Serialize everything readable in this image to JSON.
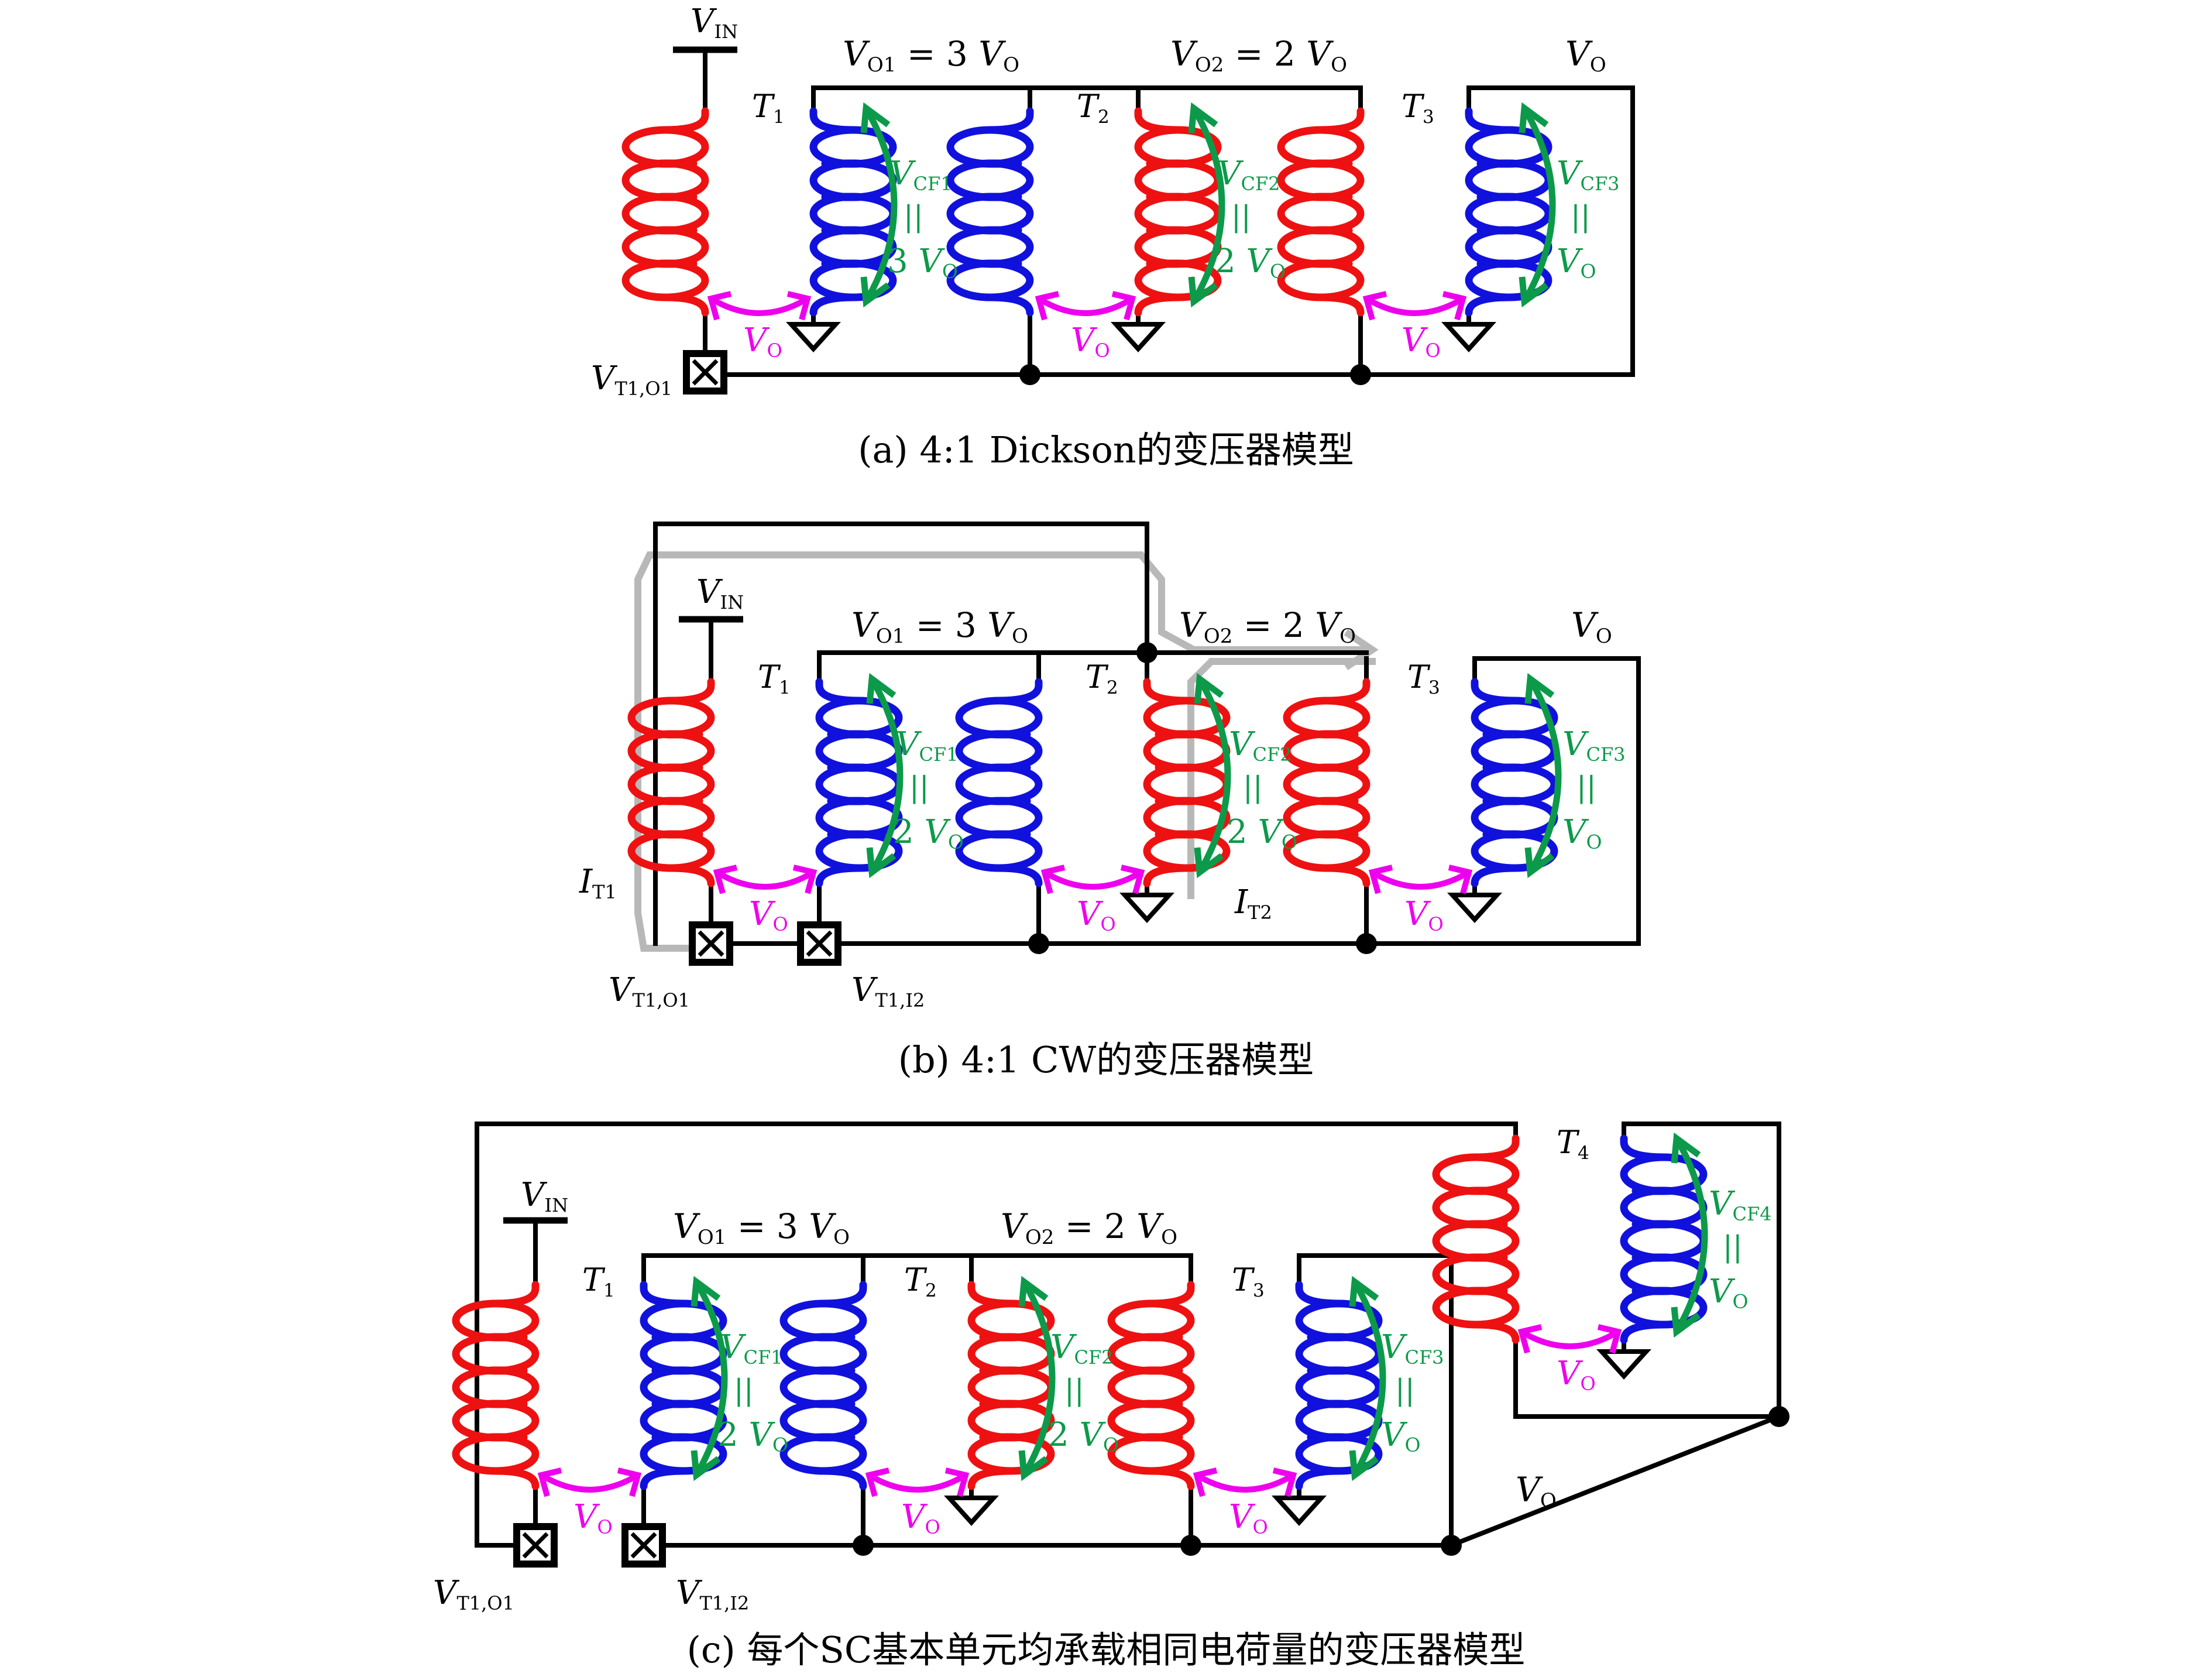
{
  "colors": {
    "primary": "#ee1111",
    "secondary": "#1111dd",
    "vcf": "#0c9a4a",
    "vo": "#ee00ee",
    "wire": "#000000",
    "current": "#b8b8b8"
  },
  "labels": {
    "vin": {
      "main": "V",
      "sub": "IN"
    },
    "vt1o1": {
      "main": "V",
      "sub": "T1,O1"
    },
    "vt1i2": {
      "main": "V",
      "sub": "T1,I2"
    },
    "vo": {
      "main": "V",
      "sub": "O"
    },
    "vo1_3": {
      "a": "V",
      "asub": "O1",
      "b": " = 3",
      "c": "V",
      "csub": "O"
    },
    "vo2_2": {
      "a": "V",
      "asub": "O2",
      "b": " = 2",
      "c": "V",
      "csub": "O"
    },
    "it1": {
      "main": "I",
      "sub": "T1"
    },
    "it2": {
      "main": "I",
      "sub": "T2"
    },
    "eq": "||",
    "t1": {
      "main": "T",
      "sub": "1"
    },
    "t2": {
      "main": "T",
      "sub": "2"
    },
    "t3": {
      "main": "T",
      "sub": "3"
    },
    "t4": {
      "main": "T",
      "sub": "4"
    },
    "vcf1": {
      "main": "V",
      "sub": "CF1"
    },
    "vcf2": {
      "main": "V",
      "sub": "CF2"
    },
    "vcf3": {
      "main": "V",
      "sub": "CF3"
    },
    "vcf4": {
      "main": "V",
      "sub": "CF4"
    },
    "val_3vo": {
      "n": "3",
      "v": "V",
      "s": "O"
    },
    "val_2vo": {
      "n": "2",
      "v": "V",
      "s": "O"
    },
    "val_vo": {
      "n": "",
      "v": "V",
      "s": "O"
    }
  },
  "captions": {
    "a": "(a) 4:1 Dickson的变压器模型",
    "b": "(b) 4:1 CW的变压器模型",
    "c": "(c) 每个SC基本单元均承载相同电荷量的变压器模型"
  }
}
